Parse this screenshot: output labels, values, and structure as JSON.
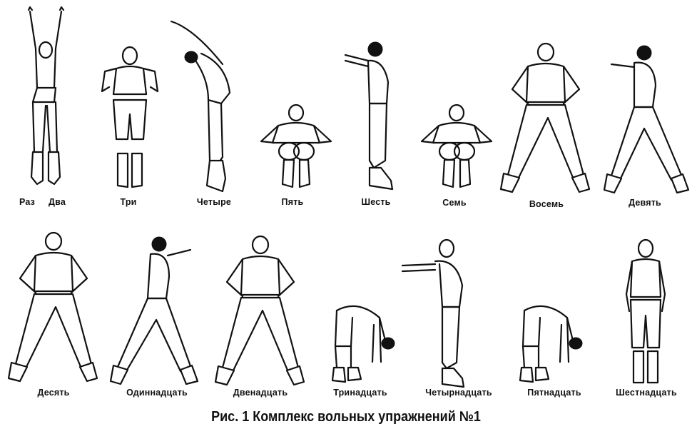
{
  "top_row_labels": [
    "Раз",
    "Два",
    "Три",
    "Четыре",
    "Пять",
    "Шесть",
    "Семь",
    "Восемь",
    "Девять"
  ],
  "bottom_row_labels": [
    "Десять",
    "Одиннадцать",
    "Двенадцать",
    "Тринадцать",
    "Четырнадцать",
    "Пятнадцать",
    "Шестнадцать"
  ],
  "caption": "Рис. 1  Комплекс вольных упражнений №1",
  "figure_icons": [
    "arms-up-figure-icon",
    "hands-at-shoulders-figure-icon",
    "bend-back-figure-icon",
    "squat-figure-icon",
    "arms-forward-figure-icon",
    "squat-figure-icon",
    "wide-stance-hands-on-hips-figure-icon",
    "lunge-turn-arm-out-figure-icon",
    "wide-stance-hands-on-hips-figure-icon",
    "lunge-turn-arm-out-figure-icon",
    "wide-stance-hands-on-hips-figure-icon",
    "forward-bend-figure-icon",
    "arms-forward-figure-icon",
    "forward-bend-figure-icon",
    "standing-figure-icon"
  ]
}
